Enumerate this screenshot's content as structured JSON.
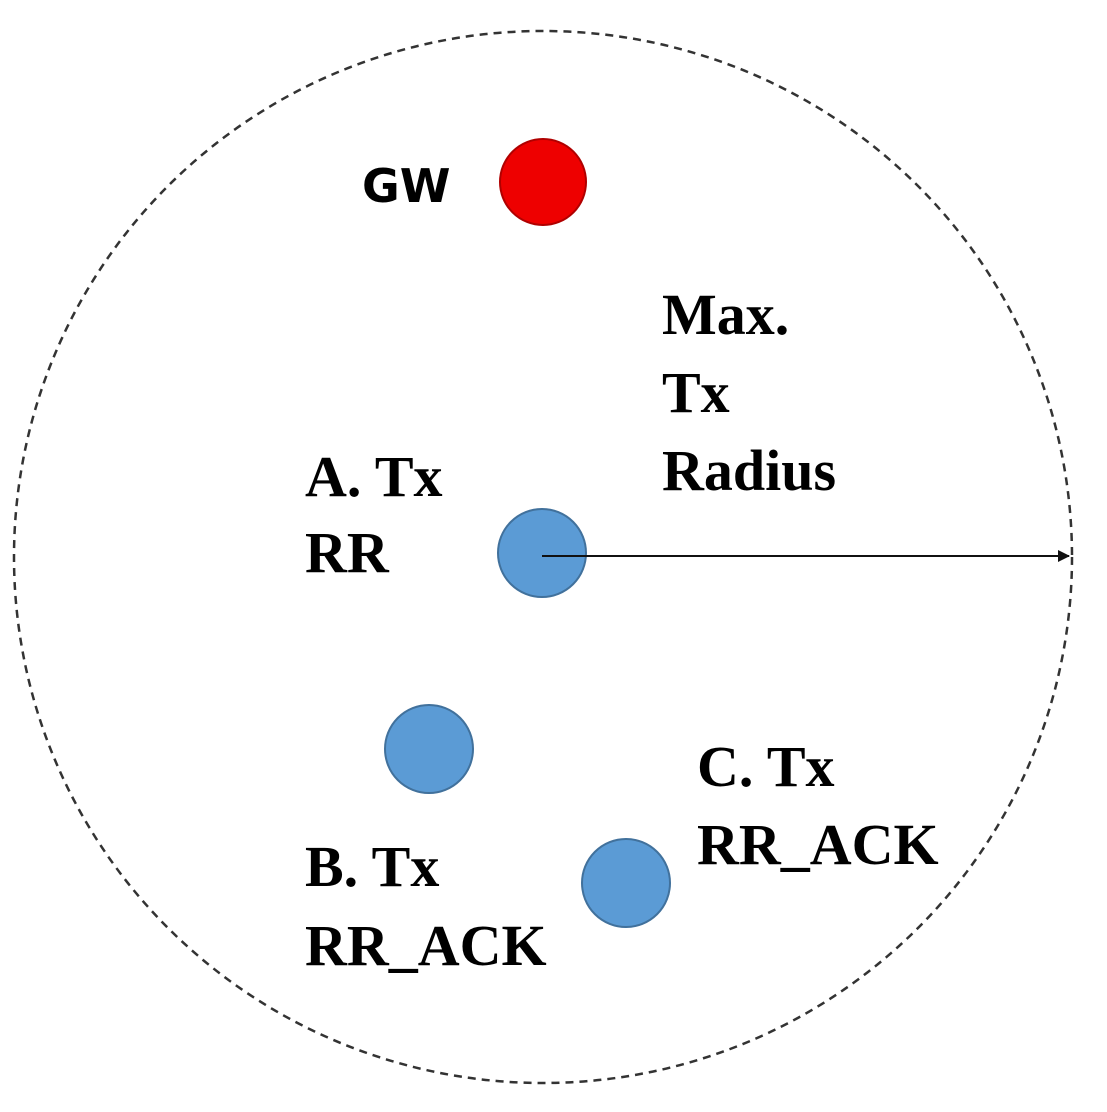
{
  "colors": {
    "gateway": "#ee0000",
    "node": "#5b9bd5",
    "node_stroke": "#41719c",
    "boundary": "#333333",
    "arrow": "#111111"
  },
  "gateway": {
    "label": "GW"
  },
  "radius_label": {
    "line1": "Max.",
    "line2": "Tx",
    "line3": "Radius"
  },
  "node_a": {
    "line1": "A. Tx",
    "line2": "RR"
  },
  "node_b": {
    "line1": "B. Tx",
    "line2": "RR_ACK"
  },
  "node_c": {
    "line1": "C. Tx",
    "line2": "RR_ACK"
  }
}
